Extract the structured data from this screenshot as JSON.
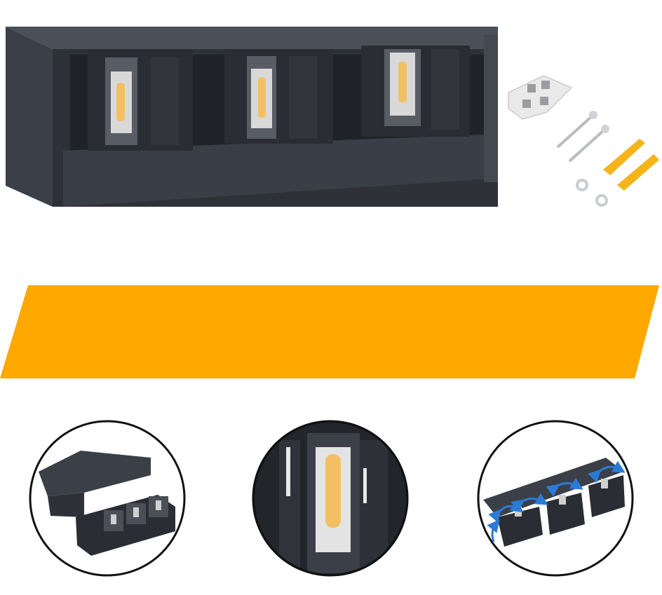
{
  "image_description_labels": {
    "main_product": "wall-light-3-light",
    "accessories": "mounting-kit",
    "banner": "orange-banner",
    "detail_1": "detail-cover-removed",
    "detail_2": "detail-led-closeup",
    "detail_3": "detail-adjustable-heads"
  },
  "colors": {
    "housing": "#3b3f47",
    "housing_dark": "#23262c",
    "housing_light": "#4a4f58",
    "led_warm": "#f2c063",
    "banner_orange": "#ffa800",
    "arrow_blue": "#2b7bd6",
    "plug_yellow": "#f4b41a"
  }
}
